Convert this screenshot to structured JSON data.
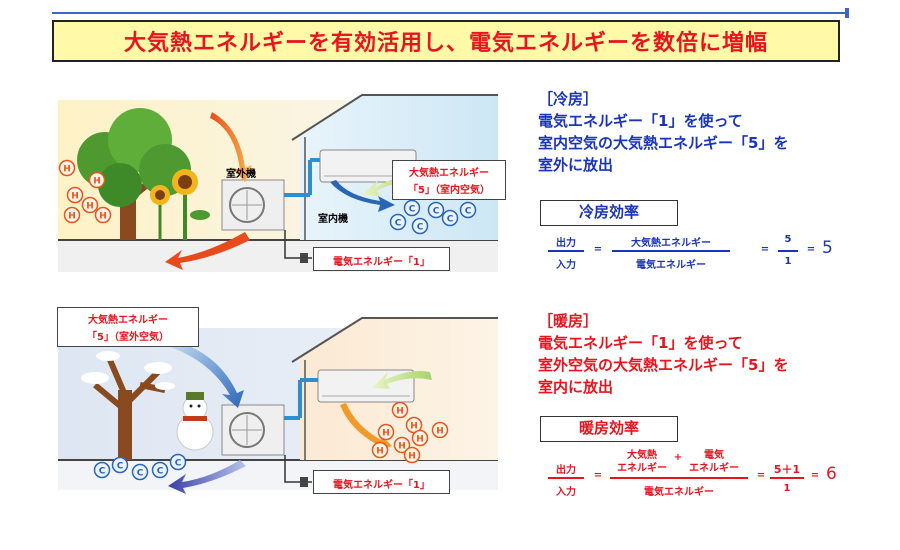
{
  "title": "大気熱エネルギーを有効活用し、電気エネルギーを数倍に増幅",
  "colors": {
    "blue_text": "#1a35b8",
    "red_text": "#e8141e",
    "title_bg": "#fff9a8"
  },
  "cooling": {
    "outdoor_unit_label": "室外機",
    "indoor_unit_label": "室内機",
    "callout": {
      "line1": "大気熱エネルギー",
      "line2": "「5」（室内空気）"
    },
    "power_label": "電気エネルギー「1」",
    "heading": "［冷房］",
    "desc": [
      "電気エネルギー「1」を使って",
      "室内空気の大気熱エネルギー「5」を",
      "室外に放出"
    ],
    "efficiency_title": "冷房効率",
    "formula": {
      "out_label": "出力",
      "in_label": "入力",
      "eq1": "=",
      "numerator": "大気熱エネルギー",
      "denominator": "電気エネルギー",
      "eq2": "=",
      "num_val": "5",
      "den_val": "1",
      "eq3": "=",
      "result": "5"
    }
  },
  "heating": {
    "callout": {
      "line1": "大気熱エネルギー",
      "line2": "「5」（室外空気）"
    },
    "power_label": "電気エネルギー「1」",
    "heading": "［暖房］",
    "desc": [
      "電気エネルギー「1」を使って",
      "室外空気の大気熱エネルギー「5」を",
      "室内に放出"
    ],
    "efficiency_title": "暖房効率",
    "formula": {
      "out_label": "出力",
      "in_label": "入力",
      "eq1": "=",
      "num_a_top": "大気熱",
      "num_a_bottom": "エネルギー",
      "plus": "+",
      "num_b_top": "電気",
      "num_b_bottom": "エネルギー",
      "denominator": "電気エネルギー",
      "eq2": "=",
      "num_val": "5＋1",
      "den_val": "1",
      "eq3": "=",
      "result": "6"
    }
  },
  "molecule_labels": {
    "hot": "H",
    "cold": "C"
  }
}
